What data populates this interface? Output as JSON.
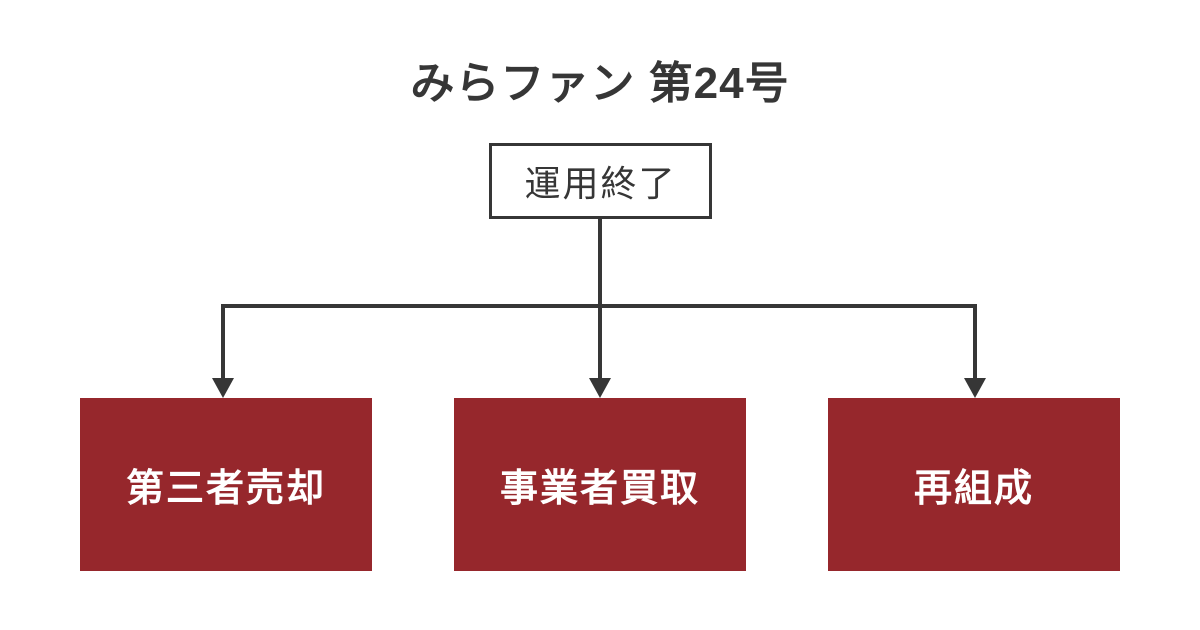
{
  "title": "みらファン 第24号",
  "colors": {
    "background": "#ffffff",
    "line": "#363636",
    "text_dark": "#363636",
    "box_red": "#96272c",
    "box_text": "#ffffff"
  },
  "flowchart": {
    "root": {
      "label": "運用終了"
    },
    "children": [
      {
        "label": "第三者売却"
      },
      {
        "label": "事業者買取"
      },
      {
        "label": "再組成"
      }
    ]
  }
}
